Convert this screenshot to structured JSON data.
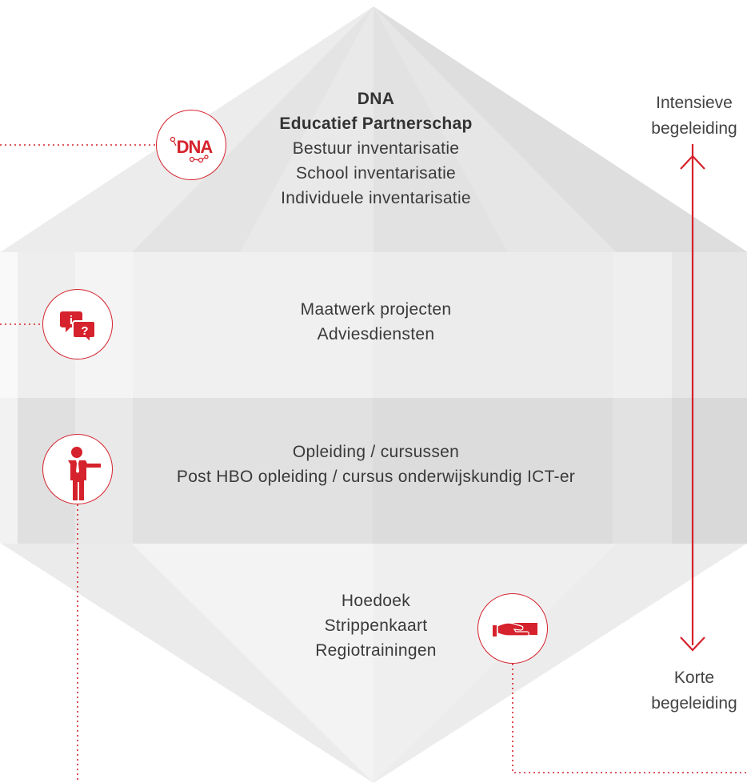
{
  "colors": {
    "accent": "#d5222c",
    "text": "#3a3a3a",
    "band_light": "#eeeeee",
    "band_dark": "#e0e0e0"
  },
  "tiers": {
    "top": {
      "title_lines": [
        "DNA",
        "Educatief Partnerschap"
      ],
      "lines": [
        "Bestuur inventarisatie",
        "School inventarisatie",
        "Individuele inventarisatie"
      ],
      "icon": "dna-logo-icon"
    },
    "upper_middle": {
      "lines": [
        "Maatwerk projecten",
        "Adviesdiensten"
      ],
      "icon": "info-question-chat-icon"
    },
    "lower_middle": {
      "lines": [
        "Opleiding / cursussen",
        "Post HBO opleiding / cursus onderwijskundig ICT-er"
      ],
      "icon": "presenter-icon"
    },
    "bottom": {
      "lines": [
        "Hoedoek",
        "Strippenkaart",
        "Regiotrainingen"
      ],
      "icon": "hand-card-icon"
    }
  },
  "scale": {
    "top_label_lines": [
      "Intensieve",
      "begeleiding"
    ],
    "bottom_label_lines": [
      "Korte",
      "begeleiding"
    ],
    "icon": "double-arrow-vertical-icon"
  },
  "dna_logo_text": "DNA"
}
